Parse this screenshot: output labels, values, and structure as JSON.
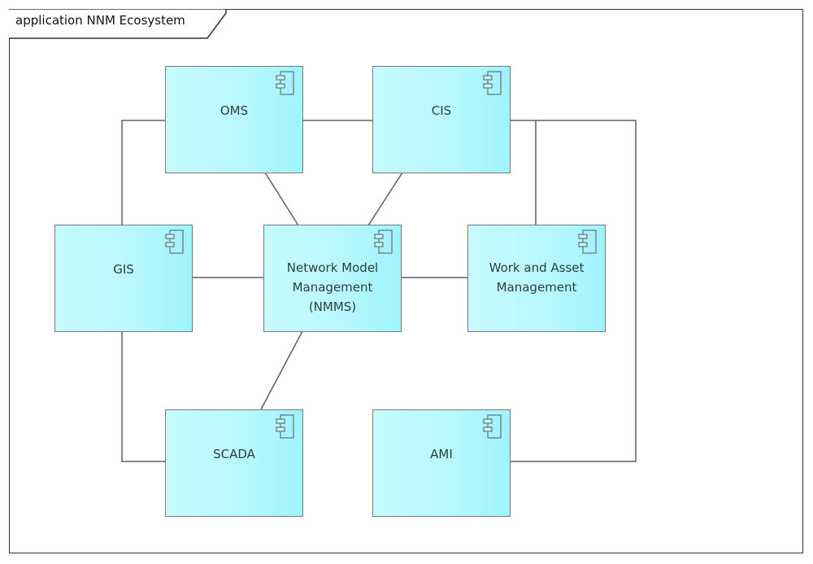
{
  "diagram": {
    "title": "application NNM Ecosystem",
    "colors": {
      "node_fill": "#b6f8fd",
      "node_border": "#7a7a7a",
      "connector": "#5a6070",
      "frame": "#333333"
    },
    "nodes": [
      {
        "id": "oms",
        "label": "OMS",
        "icon": "component-icon"
      },
      {
        "id": "cis",
        "label": "CIS",
        "icon": "component-icon"
      },
      {
        "id": "gis",
        "label": "GIS",
        "icon": "component-icon"
      },
      {
        "id": "nmms",
        "label": "Network Model Management (NMMS)",
        "label_lines": [
          "Network Model",
          "Management",
          "(NMMS)"
        ],
        "icon": "component-icon"
      },
      {
        "id": "wam",
        "label": "Work and Asset Management",
        "label_lines": [
          "Work and Asset",
          "Management"
        ],
        "icon": "component-icon"
      },
      {
        "id": "scada",
        "label": "SCADA",
        "icon": "component-icon"
      },
      {
        "id": "ami",
        "label": "AMI",
        "icon": "component-icon"
      }
    ],
    "connections": [
      {
        "from": "oms",
        "to": "cis"
      },
      {
        "from": "oms",
        "to": "gis"
      },
      {
        "from": "oms",
        "to": "nmms"
      },
      {
        "from": "cis",
        "to": "nmms"
      },
      {
        "from": "cis",
        "to": "wam"
      },
      {
        "from": "cis",
        "to": "ami"
      },
      {
        "from": "gis",
        "to": "nmms"
      },
      {
        "from": "gis",
        "to": "scada"
      },
      {
        "from": "nmms",
        "to": "wam"
      },
      {
        "from": "nmms",
        "to": "scada"
      }
    ]
  }
}
